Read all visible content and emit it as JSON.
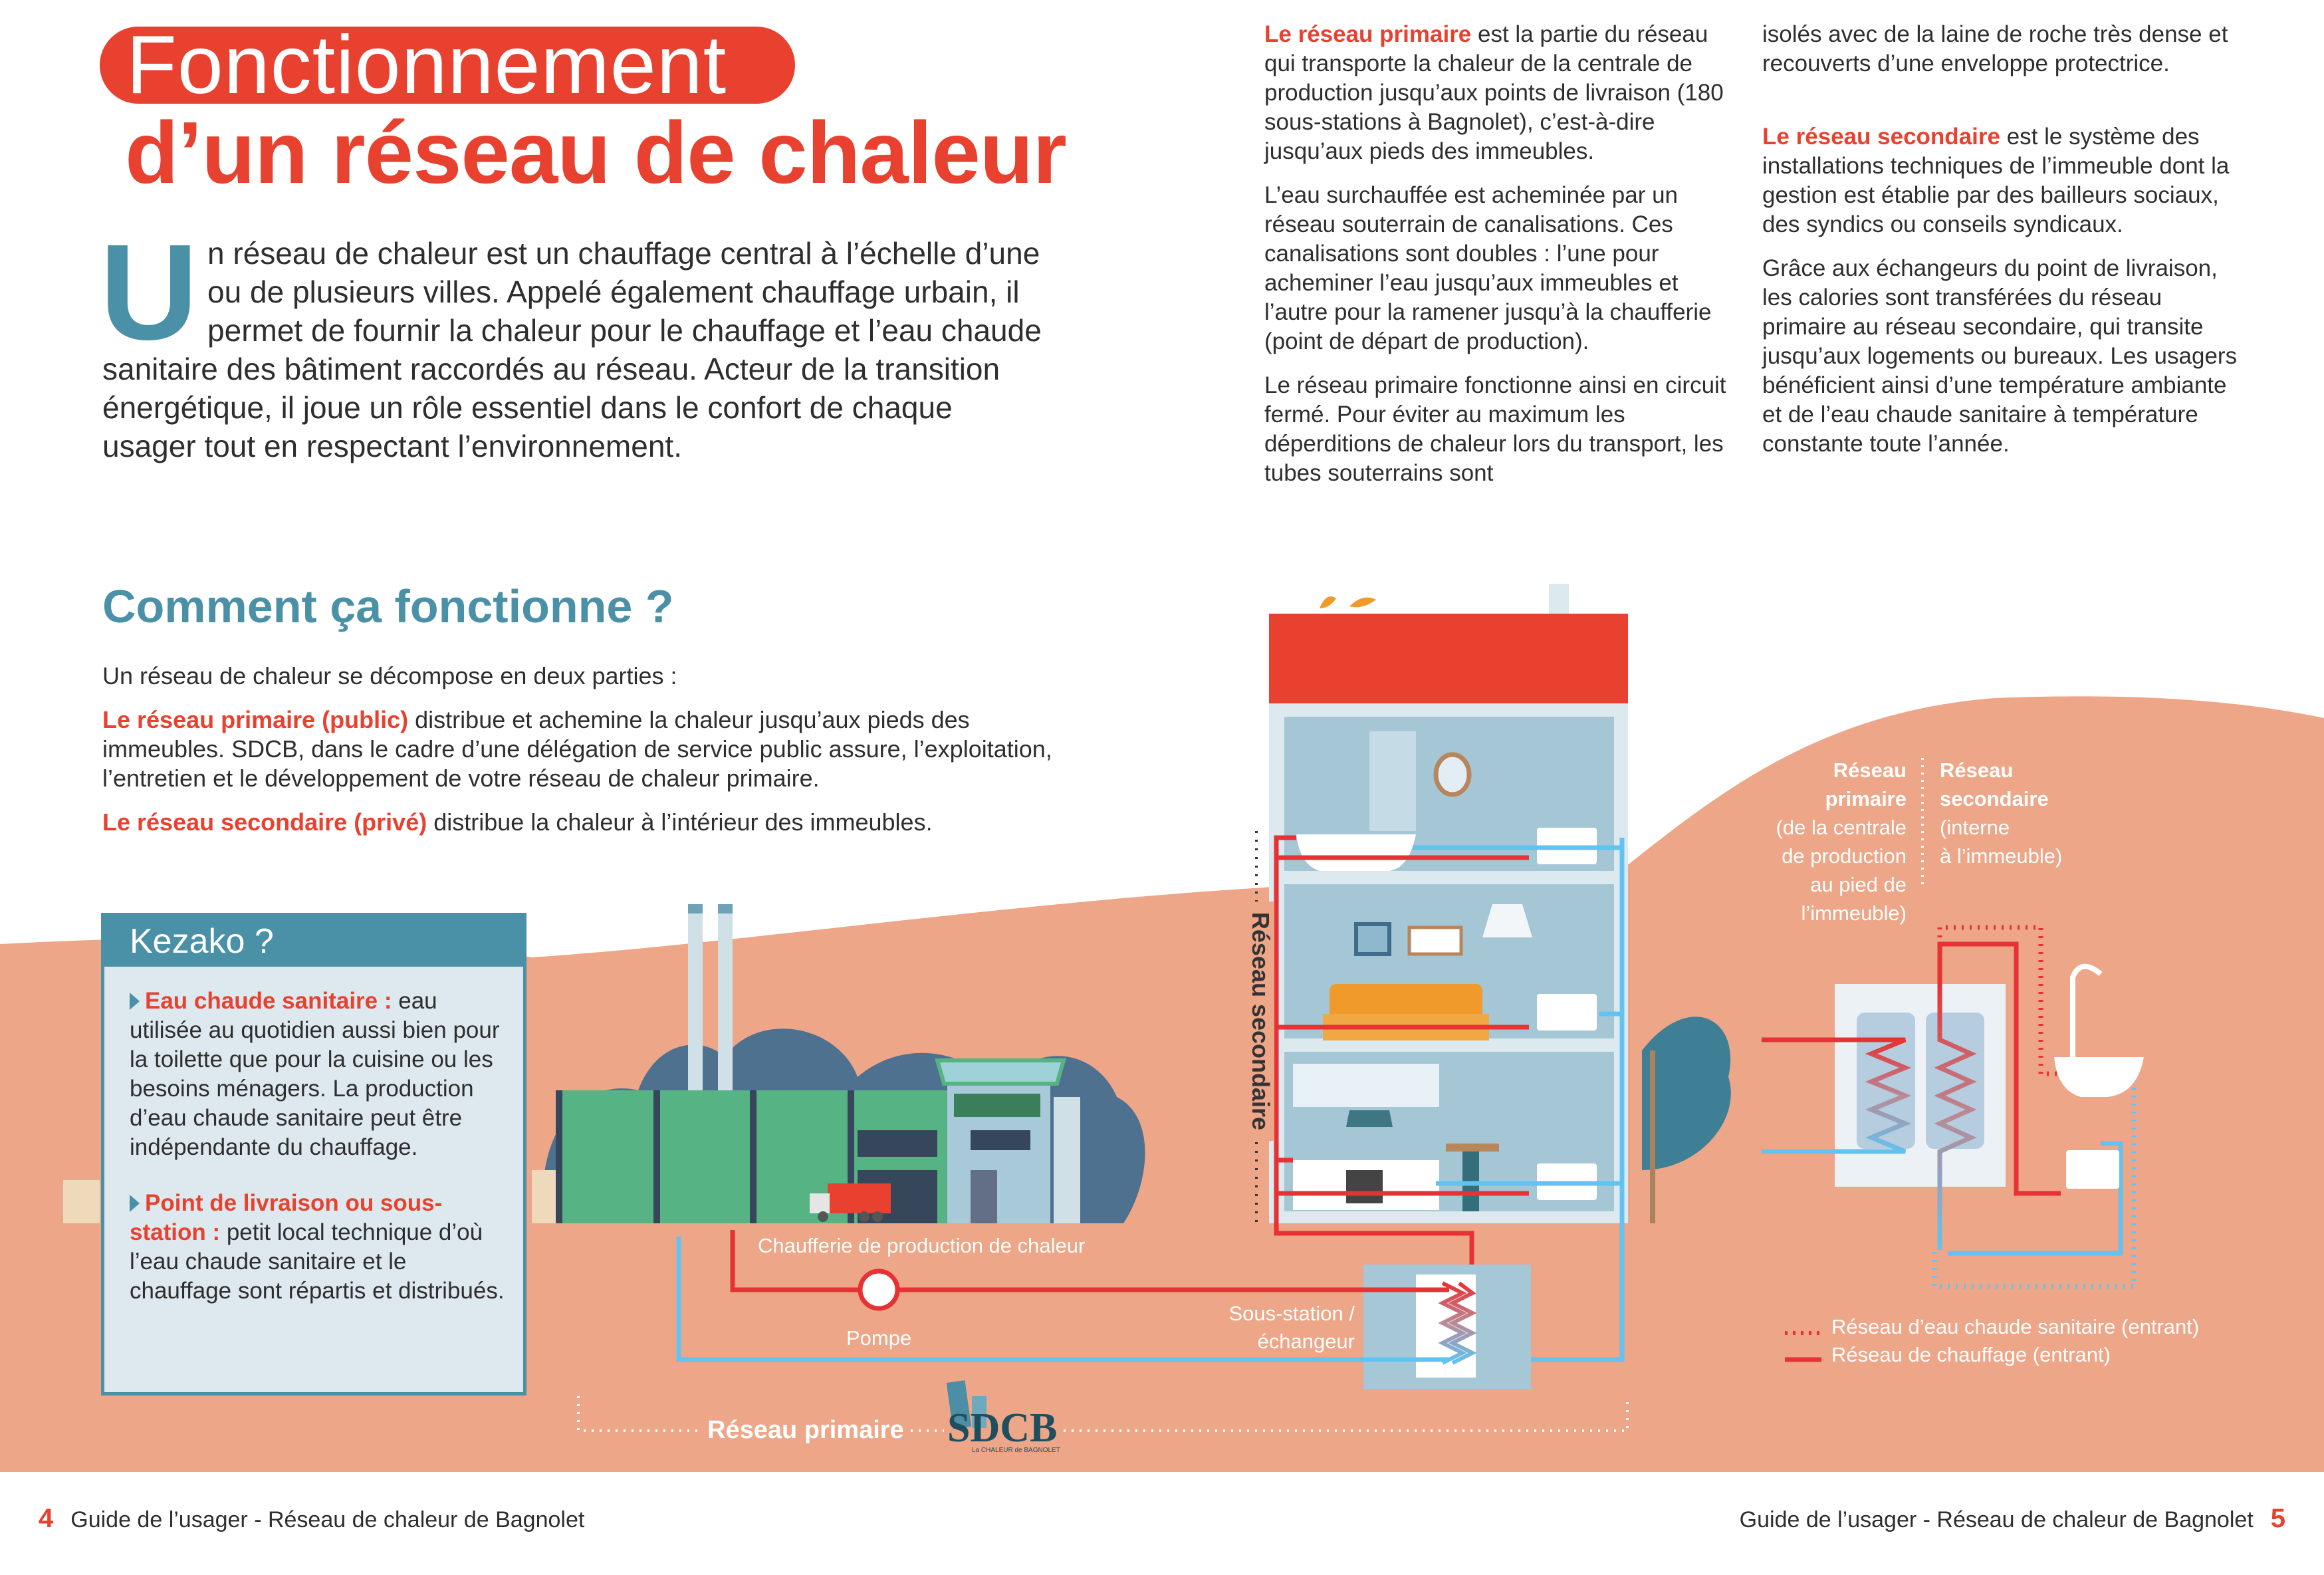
{
  "title": {
    "line1": "Fonctionnement",
    "line2": "d’un réseau de chaleur"
  },
  "intro": {
    "dropcap": "U",
    "text": "n réseau de chaleur est un chauffage central à l’échelle d’une ou de plusieurs villes. Appelé également chauffage urbain, il permet de fournir la chaleur pour le chauffage et l’eau chaude sanitaire des bâtiment raccordés au réseau. Acteur de la transition énergétique, il joue un rôle essentiel dans le confort de chaque usager tout en respectant l’environnement."
  },
  "how": {
    "heading": "Comment ça fonctionne ?",
    "lead": "Un réseau de chaleur se décompose en deux parties :",
    "primary_label": "Le réseau primaire (public)",
    "primary_text": " distribue et achemine la chaleur jusqu’aux pieds des immeubles. SDCB, dans le cadre d’une délégation de service public assure, l’exploitation, l’entretien et le développement de votre réseau de chaleur primaire.",
    "secondary_label": "Le réseau secondaire (privé)",
    "secondary_text": " distribue la chaleur à l’intérieur des immeubles."
  },
  "column1": {
    "p1_label": "Le réseau primaire",
    "p1_text": " est la partie du réseau qui transporte la chaleur de la centrale de production jusqu’aux points de livraison (180 sous-stations à Bagnolet), c’est-à-dire jusqu’aux pieds des immeubles.",
    "p2": "L’eau surchauffée est acheminée par un réseau souterrain de canalisations. Ces canalisations sont doubles : l’une pour acheminer l’eau jusqu’aux immeubles et l’autre pour la ramener jusqu’à la chaufferie (point de départ de production).",
    "p3": "Le réseau primaire fonctionne ainsi en circuit fermé. Pour éviter au maximum les déperditions de chaleur lors du transport, les tubes souterrains sont"
  },
  "column2": {
    "p1": "isolés avec de la laine de roche très dense et recouverts d’une enveloppe protectrice.",
    "p2_label": "Le réseau secondaire",
    "p2_text": " est le système des installations techniques de l’immeuble dont la gestion est établie par des bailleurs sociaux, des syndics ou conseils syndicaux.",
    "p3": "Grâce aux échangeurs du point de livraison, les calories sont transférées du réseau primaire au réseau secondaire, qui transite jusqu’aux logements ou bureaux. Les usagers bénéficient ainsi d’une température ambiante et de l’eau chaude sanitaire à température constante toute l’année."
  },
  "kezako": {
    "title": "Kezako ?",
    "item1_label": "Eau chaude sanitaire :",
    "item1_text": " eau utilisée au quotidien aussi bien pour la toilette que pour la cuisine ou les besoins ménagers. La production d’eau chaude sanitaire peut être indépendante du chauffage.",
    "item2_label": "Point de livraison ou sous-station :",
    "item2_text": " petit local technique d’où l’eau chaude sanitaire et le chauffage sont répartis et distribués."
  },
  "diagram": {
    "chaufferie": "Chaufferie de production de chaleur",
    "pompe": "Pompe",
    "sous_station_1": "Sous-station /",
    "sous_station_2": "échangeur",
    "reseau_primaire": "Réseau primaire",
    "reseau_secondaire": "Réseau secondaire",
    "logo": "SDCB",
    "logo_tagline": "La CHALEUR de BAGNOLET"
  },
  "exchanger": {
    "primary_title_1": "Réseau",
    "primary_title_2": "primaire",
    "primary_desc": [
      "(de la centrale",
      "de production",
      "au pied de",
      "l’immeuble)"
    ],
    "secondary_title_1": "Réseau",
    "secondary_title_2": "secondaire",
    "secondary_desc": [
      "(interne",
      "à l’immeuble)"
    ],
    "legend_dotted": "Réseau d’eau chaude sanitaire (entrant)",
    "legend_solid": "Réseau de chauffage (entrant)"
  },
  "footer": {
    "left_page": "4",
    "left_text": "Guide de l’usager - Réseau de chaleur de Bagnolet",
    "right_text": "Guide de l’usager - Réseau de chaleur de Bagnolet",
    "right_page": "5"
  },
  "colors": {
    "accent_red": "#e8412f",
    "teal": "#4a91a8",
    "salmon": "#eda688",
    "hot": "#e63234",
    "cold": "#62c3f0"
  }
}
